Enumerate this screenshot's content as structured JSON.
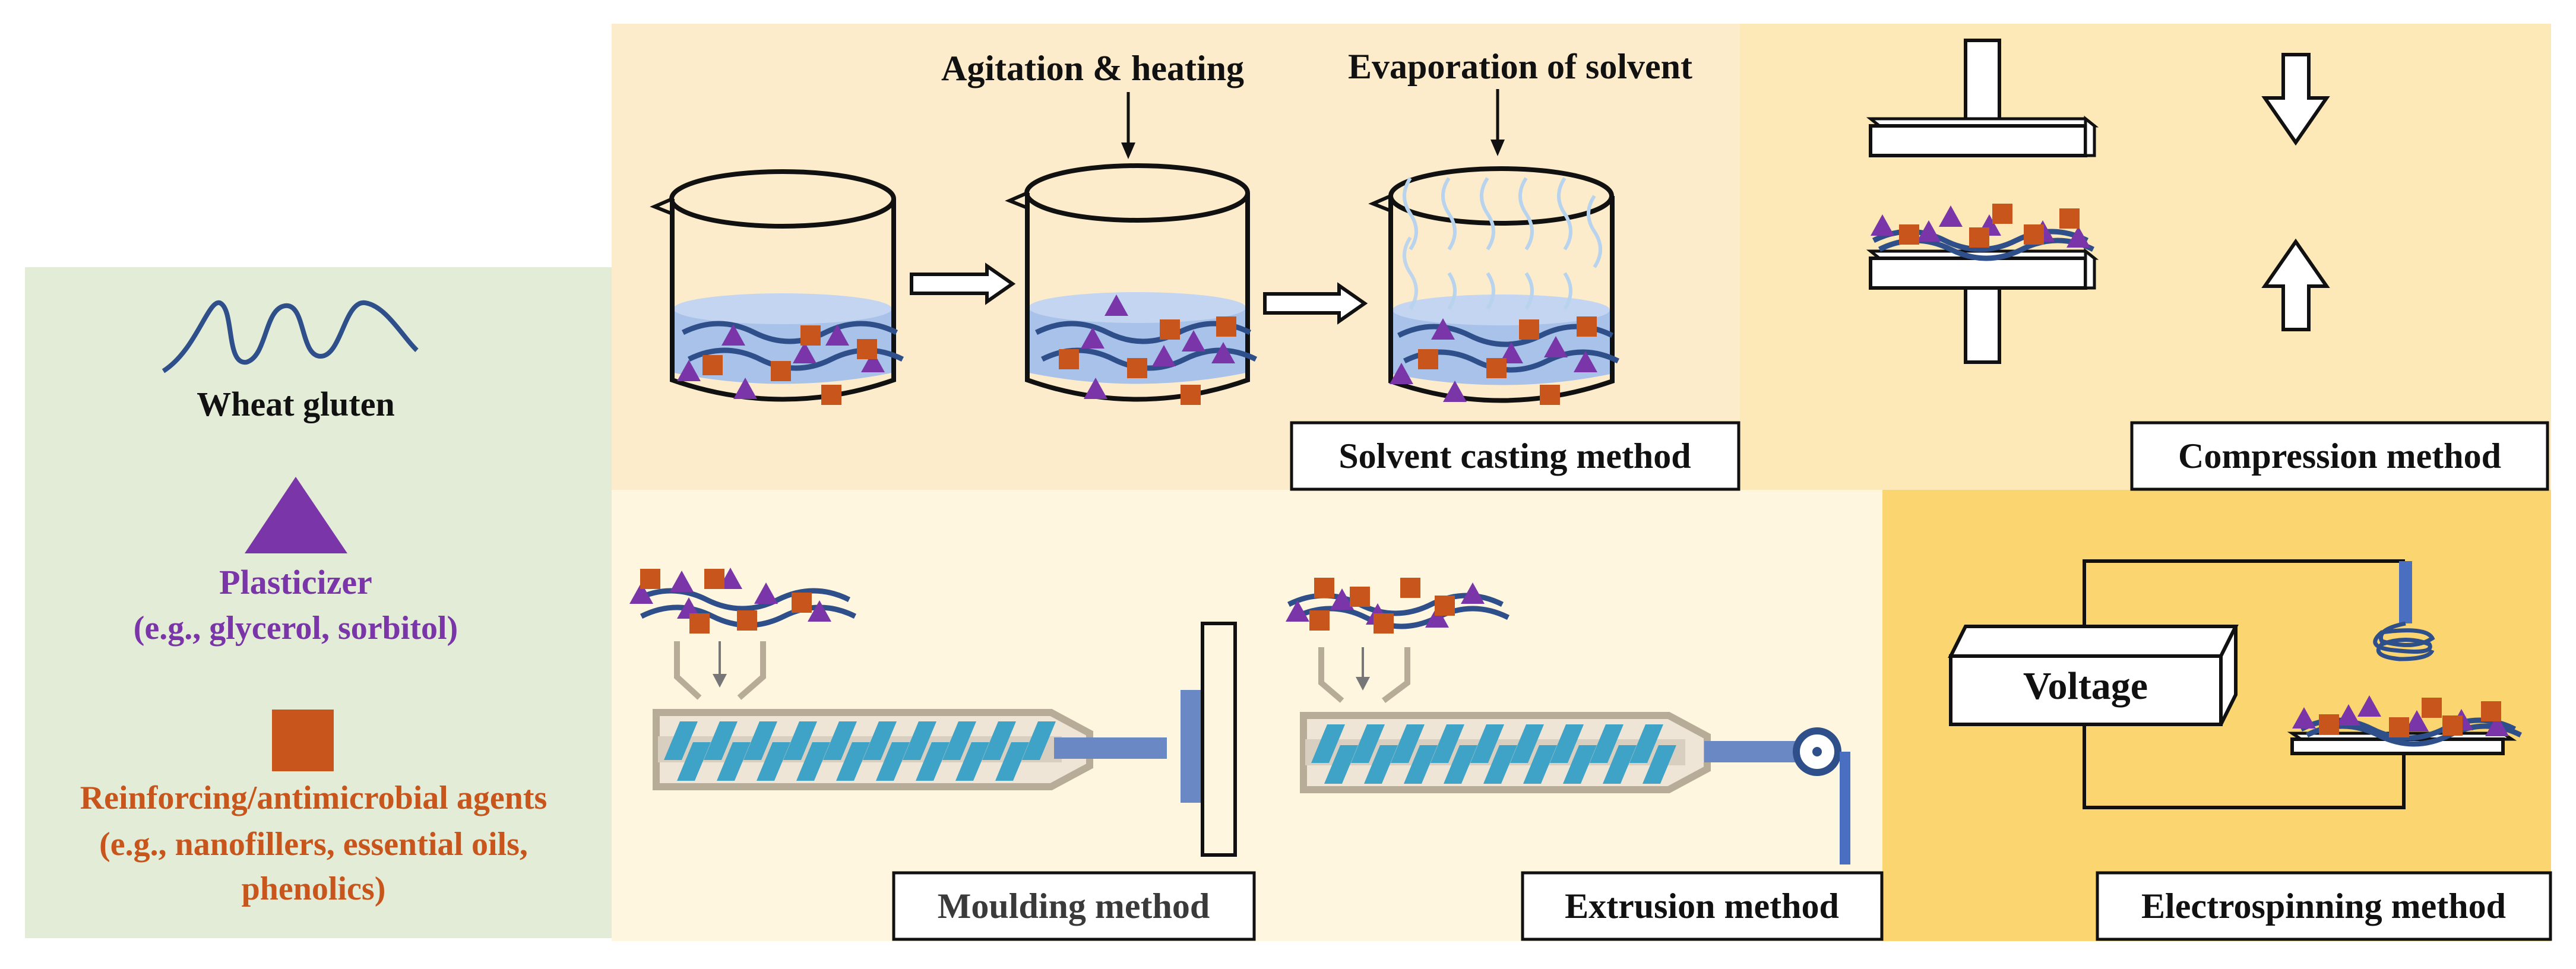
{
  "colors": {
    "legend_bg": "#e2ecd7",
    "solvent_panel_bg": "#fdeccb",
    "compression_panel_bg": "#fde9b8",
    "bottom_panel_bg": "#fff6e0",
    "electrospinning_panel_bg": "#fbd670",
    "polymer_blue": "#2e4f8a",
    "plasticizer_purple": "#7a35a8",
    "agent_orange": "#c8561c",
    "liquid_blue": "#a9c2ea",
    "screw_teal": "#3ea3c6",
    "vapor_blue": "#b7d3ee"
  },
  "legend": {
    "wheat_gluten": "Wheat gluten",
    "plasticizer": "Plasticizer",
    "plasticizer_examples": "(e.g., glycerol, sorbitol)",
    "agents": "Reinforcing/antimicrobial agents",
    "agents_examples_1": "(e.g., nanofillers, essential oils,",
    "agents_examples_2": "phenolics)"
  },
  "solvent_casting": {
    "step_agitation": "Agitation & heating",
    "step_evaporation": "Evaporation of solvent",
    "label": "Solvent casting method"
  },
  "compression": {
    "label": "Compression method"
  },
  "moulding": {
    "label": "Moulding method"
  },
  "extrusion": {
    "label": "Extrusion method"
  },
  "electrospinning": {
    "voltage": "Voltage",
    "label": "Electrospinning method"
  }
}
